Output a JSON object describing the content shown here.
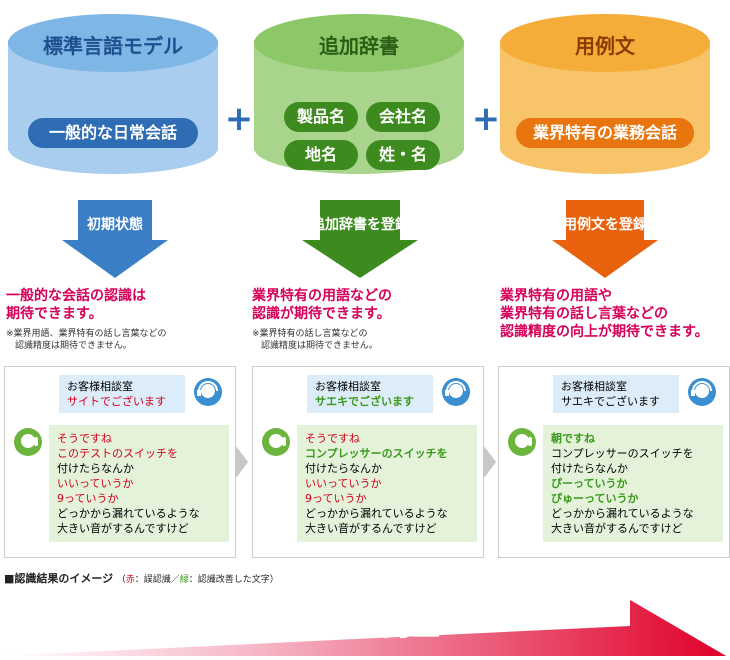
{
  "cylinders": [
    {
      "title": "標準言語モデル",
      "items": [
        "一般的な日常会話"
      ]
    },
    {
      "title": "追加辞書",
      "items": [
        "製品名",
        "会社名",
        "地名",
        "姓・名"
      ]
    },
    {
      "title": "用例文",
      "items": [
        "業界特有の業務会話"
      ]
    }
  ],
  "plus_symbol": "+",
  "arrows": [
    "初期状態",
    "追加辞書を登録",
    "用例文を登録"
  ],
  "columns": [
    {
      "headline": [
        "一般的な会話の認識は",
        "期待できます。"
      ],
      "note": [
        "※業界用語、業界特有の話し言葉などの",
        "　認識精度は期待できません。"
      ]
    },
    {
      "headline": [
        "業界特有の用語などの",
        "認識が期待できます。"
      ],
      "note": [
        "※業界特有の話し言葉などの",
        "　認識精度は期待できません。"
      ]
    },
    {
      "headline": [
        "業界特有の用語や",
        "業界特有の話し言葉などの",
        "認識精度の向上が期待できます。"
      ],
      "note": []
    }
  ],
  "panels": [
    {
      "agent": [
        "お客様相談室",
        "サイトでございます"
      ],
      "caller": [
        "そうですね",
        "このテストのスイッチを",
        "付けたらなんか",
        "いいっていうか",
        "9っていうか",
        "どっかから漏れているような",
        "大きい音がするんですけど"
      ]
    },
    {
      "agent": [
        "お客様相談室",
        "サエキでございます"
      ],
      "caller": [
        "そうですね",
        "コンプレッサーのスイッチを",
        "付けたらなんか",
        "いいっていうか",
        "9っていうか",
        "どっかから漏れているような",
        "大きい音がするんですけど"
      ]
    },
    {
      "agent": [
        "お客様相談室",
        "サエキでございます"
      ],
      "caller": [
        "朝ですね",
        "コンプレッサーのスイッチを",
        "付けたらなんか",
        "ぴーっていうか",
        "ぴゅーっていうか",
        "どっかから漏れているような",
        "大きい音がするんですけど"
      ]
    }
  ],
  "legend": {
    "title": "■認識結果のイメージ",
    "paren_open": "（",
    "red_word": "赤",
    "red_desc": "：誤認識／",
    "green_word": "緑",
    "green_desc": "：認識改善した文字）"
  },
  "banner": "認識精度向上",
  "colors": {
    "blue": "#2e6db4",
    "green": "#3d8b1e",
    "orange": "#e8750e",
    "red": "#d0021b",
    "accent": "#d6005a"
  }
}
